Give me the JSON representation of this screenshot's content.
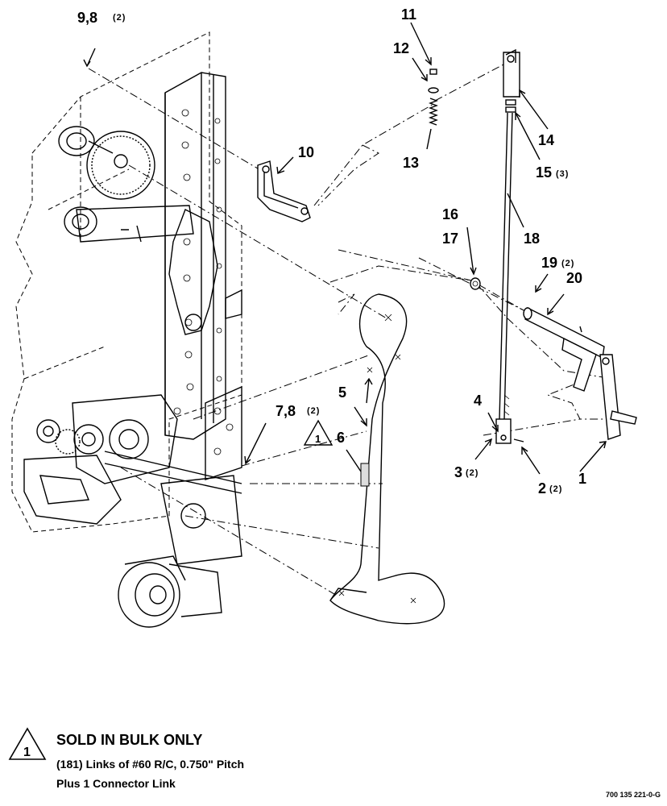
{
  "callouts": {
    "c1": "1",
    "c2": "2",
    "c2_qty": "(2)",
    "c3": "3",
    "c3_qty": "(2)",
    "c4": "4",
    "c5": "5",
    "c6": "6",
    "c78": "7,8",
    "c78_qty": "(2)",
    "c98": "9,8",
    "c98_qty": "(2)",
    "c10": "10",
    "c11": "11",
    "c12": "12",
    "c13": "13",
    "c14": "14",
    "c15": "15",
    "c15_qty": "(3)",
    "c16": "16",
    "c17": "17",
    "c18": "18",
    "c19": "19",
    "c19_qty": "(2)",
    "c20": "20",
    "note_marker": "1"
  },
  "note": {
    "marker": "1",
    "title": "SOLD IN BULK ONLY",
    "line1": "(181) Links of #60 R/C, 0.750\" Pitch",
    "line2": "Plus 1 Connector Link"
  },
  "figure_id": "700 135 221-0-G"
}
